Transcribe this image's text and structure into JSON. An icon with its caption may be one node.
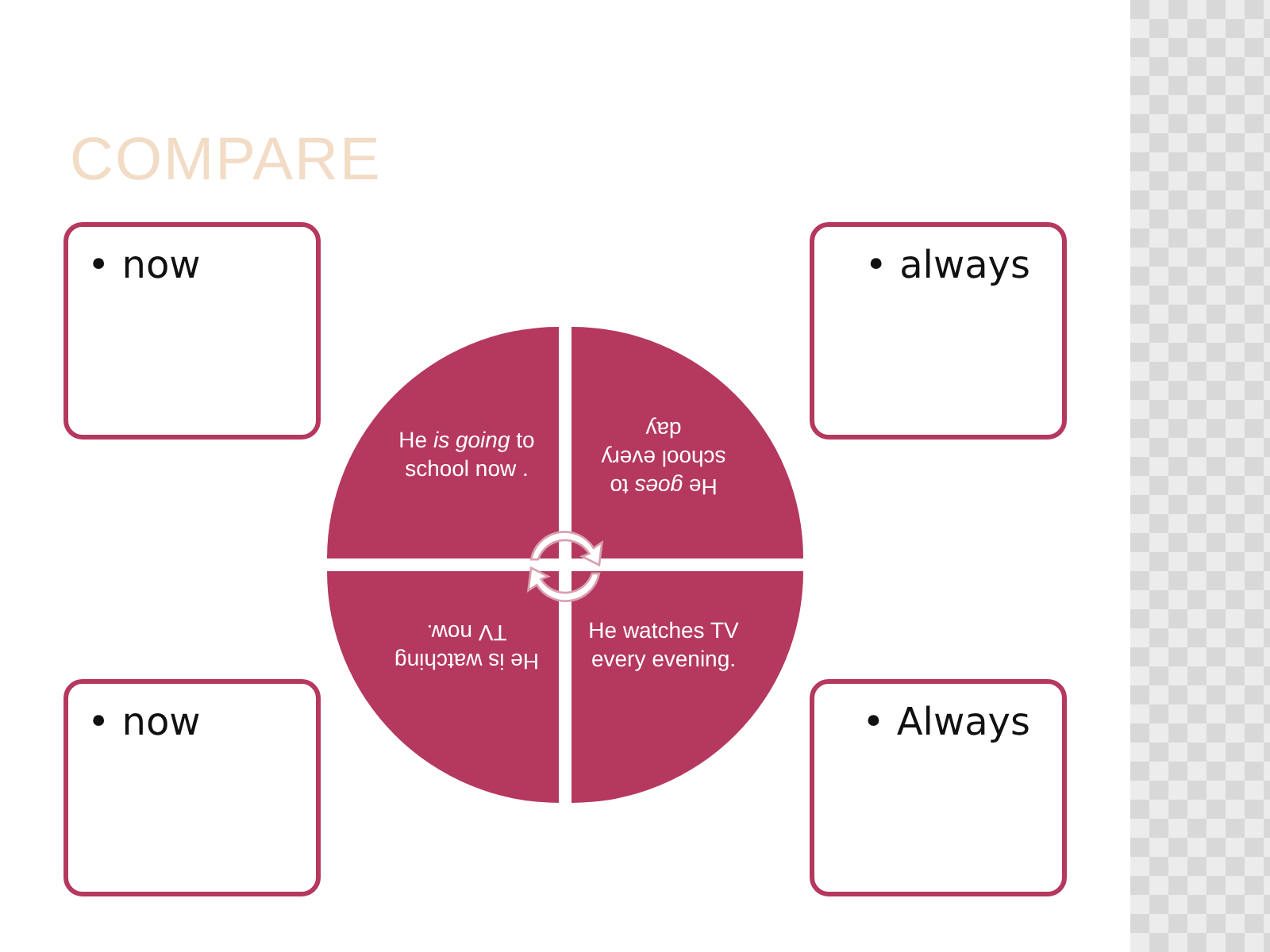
{
  "diagram": {
    "title": "COMPARE",
    "nodes": [
      {
        "text": [
          "• now"
        ]
      },
      {
        "text": [
          "• always"
        ]
      },
      {
        "text": [
          "• now"
        ]
      },
      {
        "text": [
          "• Always"
        ]
      },
      {
        "text": [
          "He *is going* to school now ."
        ]
      },
      {
        "text": [
          "He *goes* to school every day"
        ]
      },
      {
        "text": [
          "He is watching TV now."
        ]
      },
      {
        "text": [
          "He watches TV every evening."
        ]
      }
    ]
  }
}
